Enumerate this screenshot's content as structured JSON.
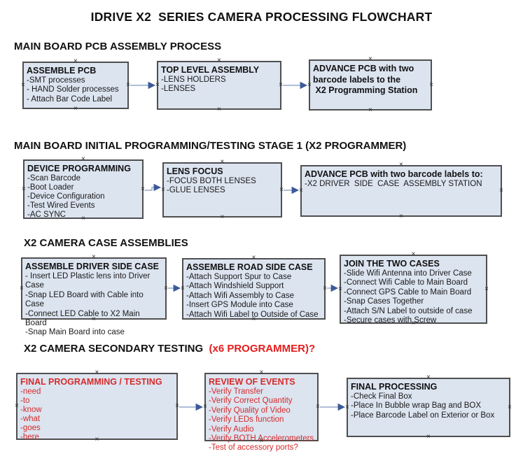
{
  "title": "IDRIVE X2  SERIES CAMERA PROCESSING FLOWCHART",
  "colors": {
    "box_fill": "#dce4f0",
    "box_border": "#4f4f4f",
    "arrow_line": "#93a9cc",
    "arrow_head": "#3d5a98",
    "red_text": "#d42b2b",
    "header_red": "#e51c1c"
  },
  "sections": [
    {
      "heading": "MAIN BOARD PCB ASSEMBLY PROCESS",
      "heading_red": ""
    },
    {
      "heading": "MAIN BOARD INITIAL PROGRAMMING/TESTING STAGE 1 (X2 PROGRAMMER)",
      "heading_red": ""
    },
    {
      "heading": "X2 CAMERA CASE ASSEMBLIES",
      "heading_red": ""
    },
    {
      "heading": "X2 CAMERA SECONDARY TESTING ",
      "heading_red": " (x6 PROGRAMMER)?"
    }
  ],
  "boxes": [
    {
      "title": "ASSEMBLE PCB",
      "items": [
        "-SMT processes",
        "- HAND Solder processes",
        "- Attach Bar Code Label"
      ]
    },
    {
      "title": "TOP LEVEL ASSEMBLY",
      "items": [
        "-LENS HOLDERS",
        "-LENSES"
      ]
    },
    {
      "title": "ADVANCE PCB with two barcode labels to the",
      "items": [
        " X2 Programming Station"
      ]
    },
    {
      "title": "DEVICE PROGRAMMING",
      "items": [
        "-Scan Barcode",
        "-Boot Loader",
        "-Device Configuration",
        "-Test Wired Events",
        "-AC SYNC"
      ]
    },
    {
      "title": "LENS FOCUS",
      "items": [
        "-FOCUS BOTH LENSES",
        "-GLUE LENSES"
      ]
    },
    {
      "title": "ADVANCE PCB with two barcode labels to:",
      "items": [
        "-X2 DRIVER  SIDE  CASE  ASSEMBLY STATION"
      ]
    },
    {
      "title": "ASSEMBLE DRIVER SIDE CASE",
      "items": [
        "- Insert LED Plastic lens into Driver Case",
        "-Snap LED Board with Cable into Case",
        "-Connect LED Cable to X2 Main Board",
        "-Snap Main Board into case"
      ]
    },
    {
      "title": "ASSEMBLE ROAD SIDE CASE",
      "items": [
        "-Attach Support Spur to Case",
        "-Attach Windshield Support",
        "-Attach Wifi Assembly to Case",
        "-Insert GPS Module into Case",
        "-Attach Wifi Label to Outside of Case"
      ]
    },
    {
      "title": "JOIN THE TWO CASES",
      "items": [
        "-Slide Wifi Antenna into Driver Case",
        "-Connect Wifi Cable to Main Board",
        "-Connect GPS Cable to Main Board",
        "-Snap Cases Together",
        "-Attach S/N Label to outside of case",
        "-Secure cases with Screw"
      ]
    },
    {
      "title": "FINAL PROGRAMMING / TESTING",
      "items": [
        "-need",
        "-to",
        "-know",
        "-what",
        "-goes",
        "-here"
      ]
    },
    {
      "title": "REVIEW OF EVENTS",
      "items": [
        "-Verify Transfer",
        "-Verify Correct Quantity",
        "-Verify Quality of Video",
        "-Verify LEDs function",
        "-Verify Audio",
        "-Verify BOTH Accelerometers",
        "-Test of accessory ports?"
      ]
    },
    {
      "title": "FINAL PROCESSING",
      "items": [
        "-Check Final Box",
        "-Place In Bubble wrap Bag and BOX",
        "-Place Barcode Label on Exterior or Box"
      ]
    }
  ]
}
